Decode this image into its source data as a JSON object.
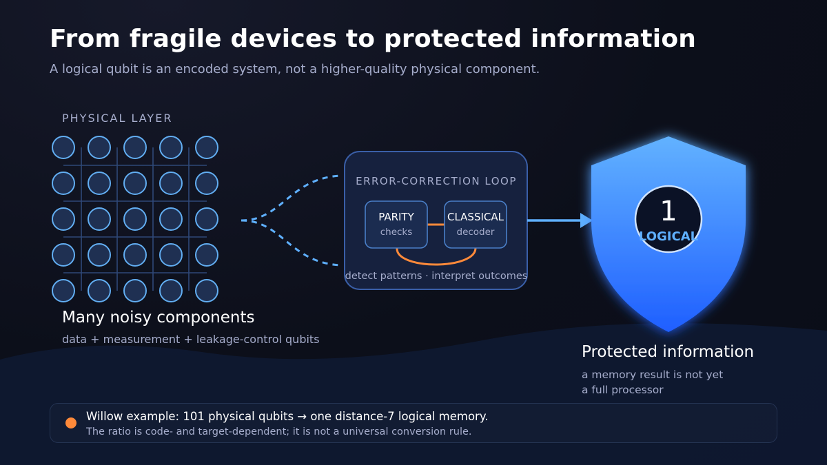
{
  "title": "From fragile devices to protected information",
  "subtitle": "A logical qubit is an encoded system, not a higher-quality physical component.",
  "physical_layer": {
    "label": "PHYSICAL LAYER",
    "heading": "Many noisy components",
    "subtext": "data + measurement + leakage-control qubits",
    "grid_rows": 5,
    "grid_cols": 5
  },
  "error_loop": {
    "title": "ERROR-CORRECTION LOOP",
    "parity": {
      "label": "PARITY",
      "sub": "checks"
    },
    "classical": {
      "label": "CLASSICAL",
      "sub": "decoder"
    },
    "caption": "detect patterns · interpret outcomes"
  },
  "logical": {
    "number": "1",
    "label": "LOGICAL",
    "heading": "Protected information",
    "subtext_line1": "a memory result is not yet",
    "subtext_line2": "a full processor"
  },
  "callout": {
    "text": "Willow example: 101 physical qubits → one distance-7 logical memory.",
    "note": "The ratio is code- and target-dependent; it is not a universal conversion rule."
  },
  "colors": {
    "accent_blue": "#5fb0ff",
    "shield_top": "#62b2ff",
    "shield_bottom": "#1f5fff",
    "orange": "#ff8a3a",
    "qubit_fill": "#1f3052",
    "qubit_stroke": "#62aef2",
    "muted_text": "#a6adcc"
  }
}
